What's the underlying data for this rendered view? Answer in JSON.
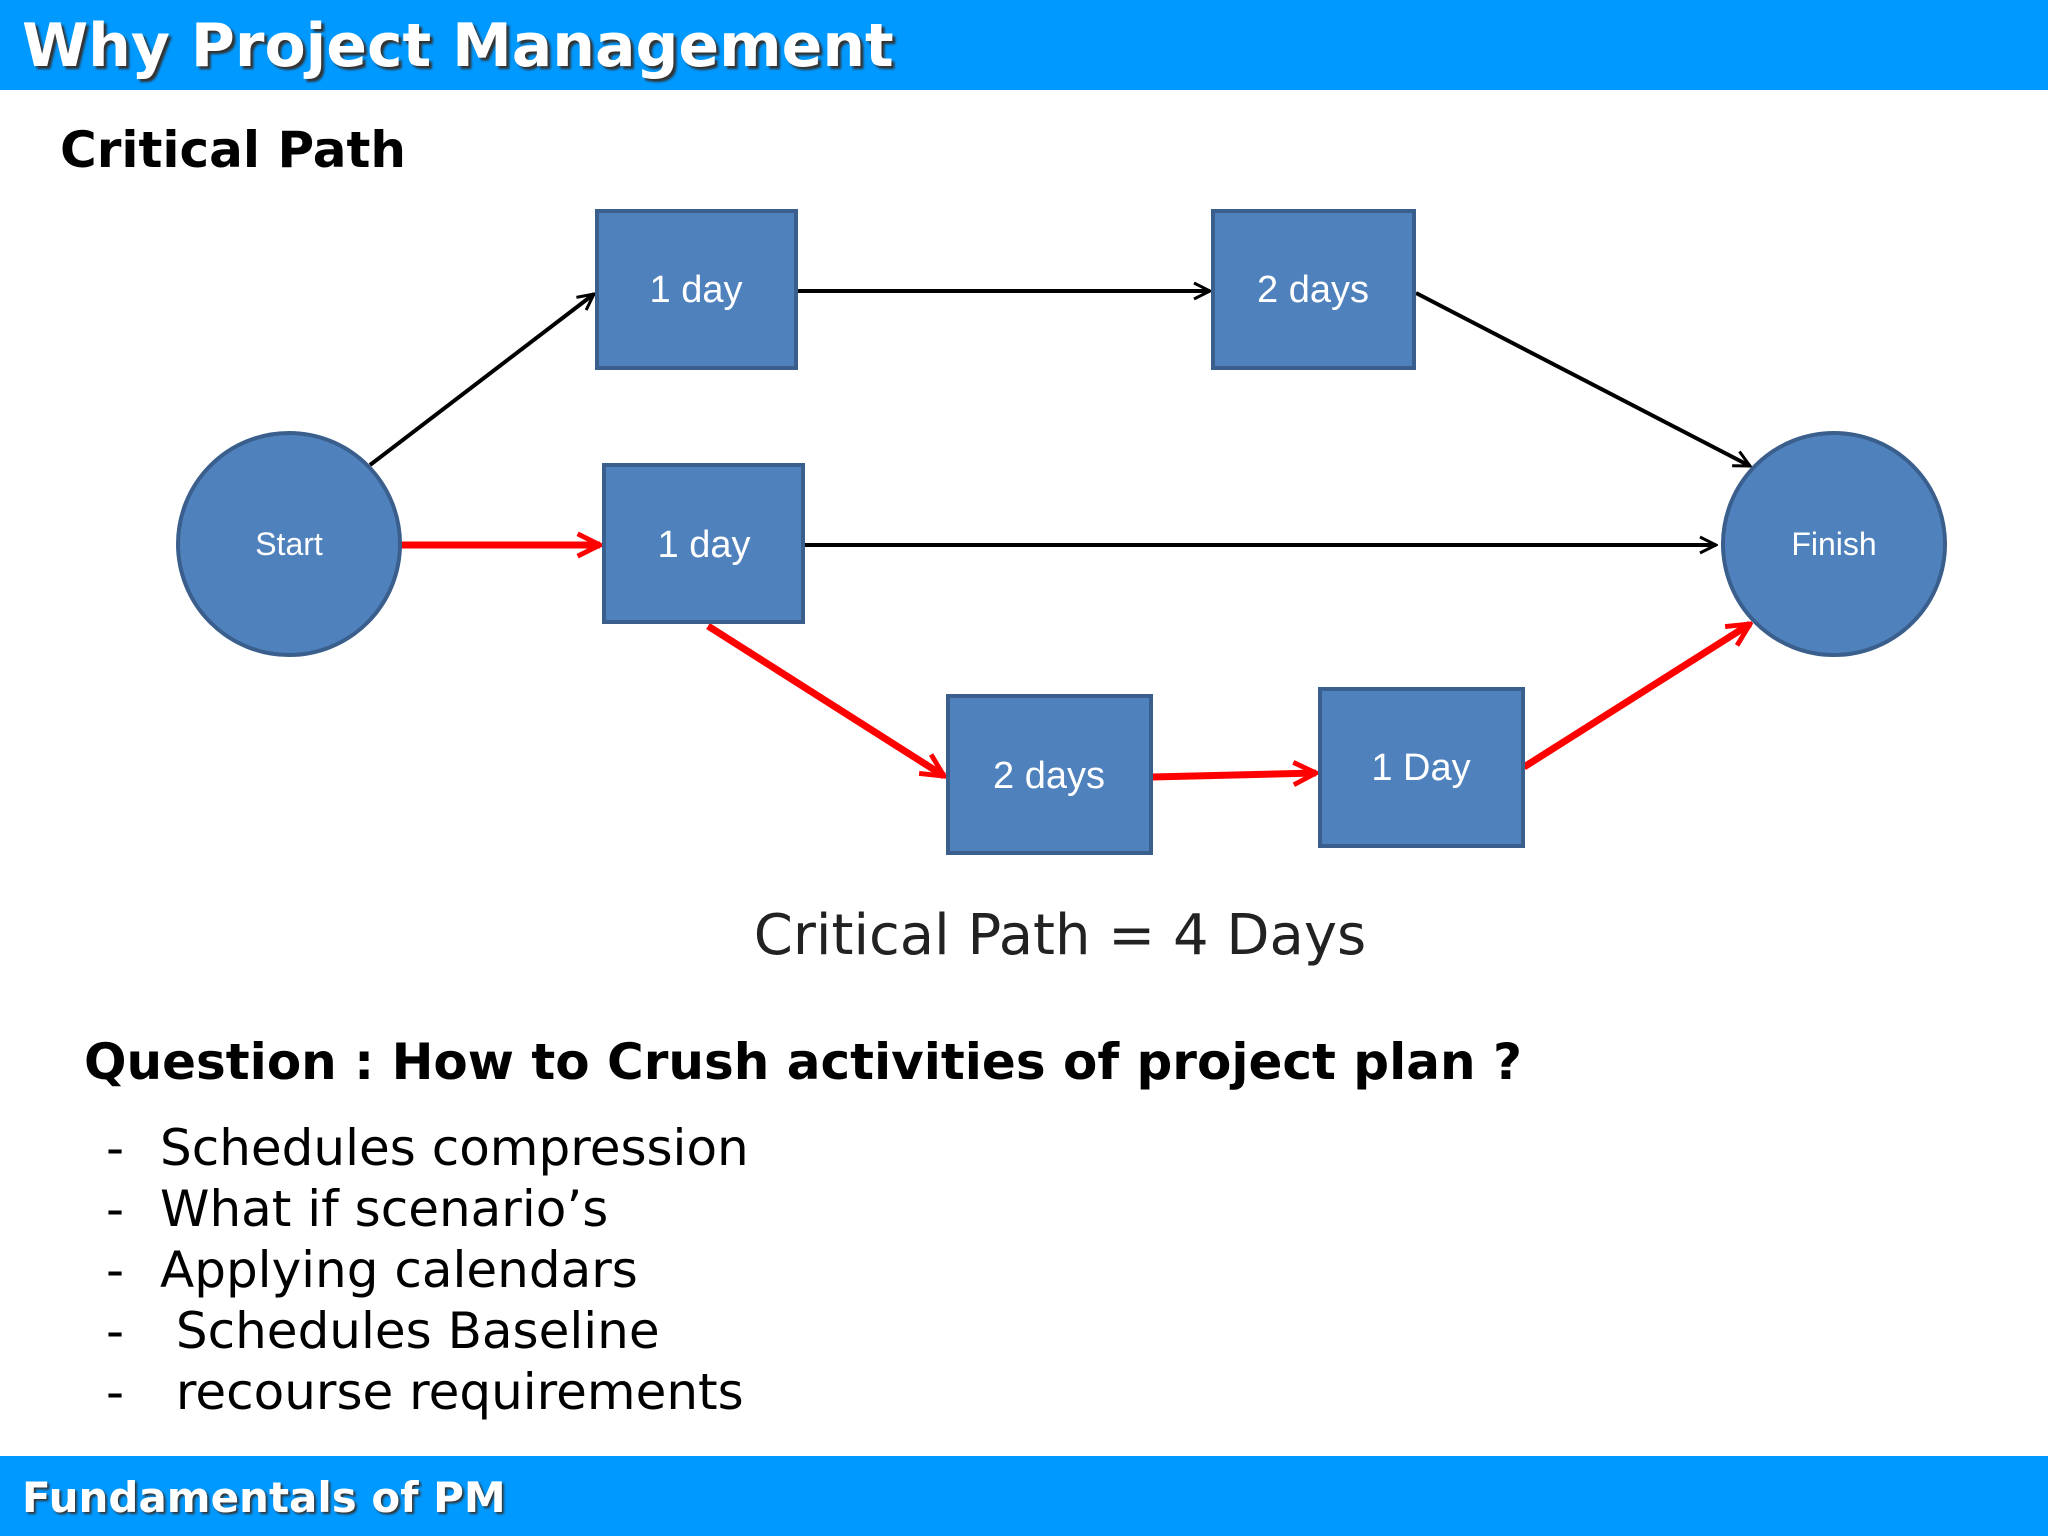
{
  "header": {
    "title": "Why Project Management"
  },
  "section": {
    "heading": "Critical Path"
  },
  "diagram": {
    "nodes": {
      "start": "Start",
      "finish": "Finish",
      "top_a": "1 day",
      "top_b": "2 days",
      "mid": "1 day",
      "low_a": "2 days",
      "low_b": "1 Day"
    },
    "critical_path_label": "Critical Path = 4 Days",
    "colors": {
      "node_fill": "#4f81bd",
      "node_stroke": "#3a5f8d",
      "critical_arrow": "#ff0000",
      "normal_arrow": "#000000"
    }
  },
  "question": {
    "text": "Question : How to Crush activities of project plan ?",
    "items": [
      "Schedules  compression",
      "What if scenario’s",
      " Applying calendars",
      " Schedules Baseline",
      " recourse requirements"
    ]
  },
  "footer": {
    "title": "Fundamentals of PM"
  }
}
